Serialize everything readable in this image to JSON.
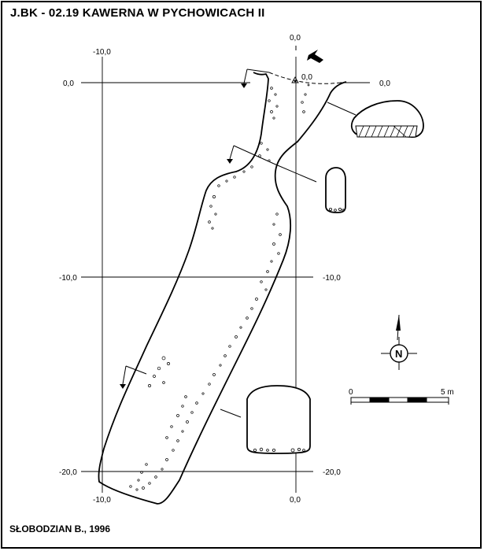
{
  "header": {
    "title": "J.BK - 02.19  KAWERNA W PYCHOWICACH II"
  },
  "footer": {
    "author": "SŁOBODZIAN B., 1996"
  },
  "grid_labels": {
    "top_x_left": "-10,0",
    "top_x_mid": "0,0",
    "bottom_x_left": "-10,0",
    "bottom_x_mid": "0,0",
    "left_y_0": "0,0",
    "left_y_10": "-10,0",
    "left_y_20": "-20,0",
    "right_y_0": "0,0",
    "right_y_10": "-10,0",
    "right_y_20": "-20,0",
    "station": "0,0"
  },
  "north": {
    "label": "N"
  },
  "scale_bar": {
    "start": "0",
    "end": "5 m"
  },
  "colors": {
    "ink": "#000000",
    "paper": "#ffffff"
  }
}
